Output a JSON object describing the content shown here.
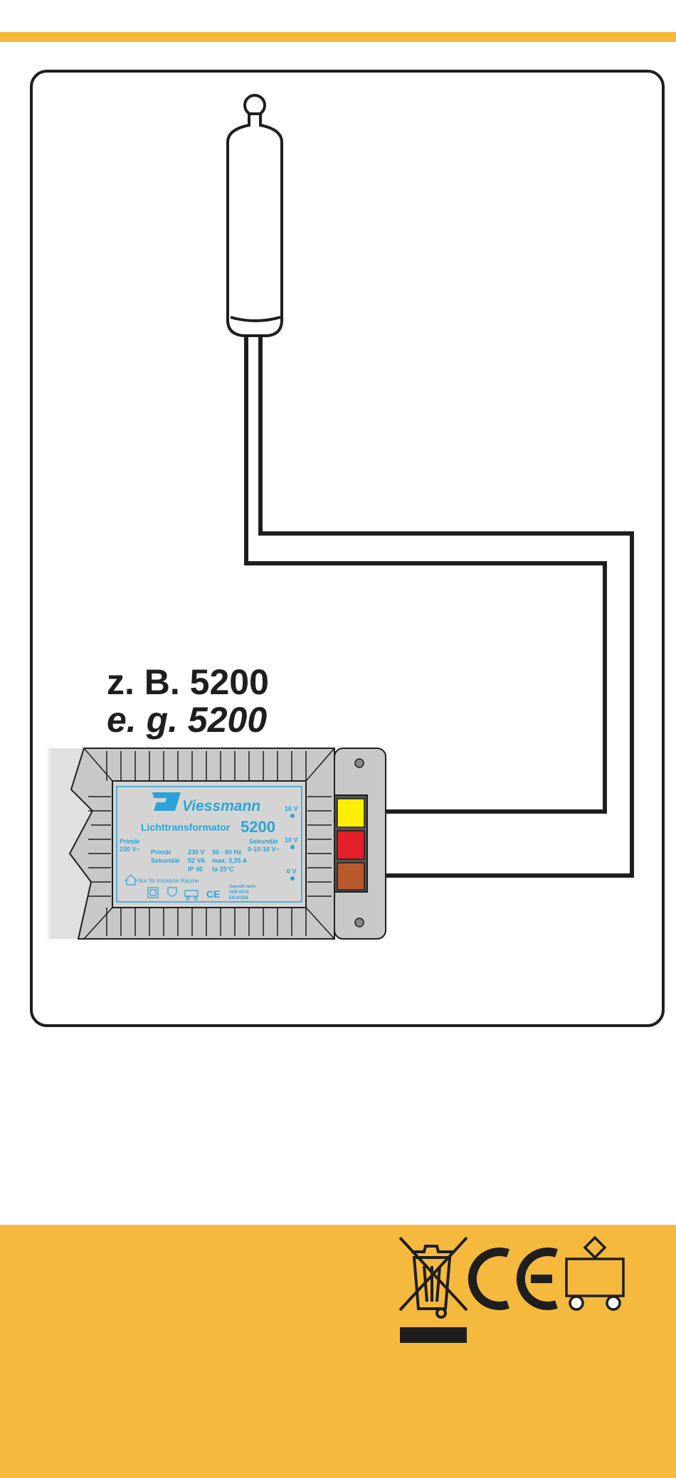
{
  "header": {
    "accent_color": "#f5b93e"
  },
  "diagram": {
    "label_de": "z. B. 5200",
    "label_en": "e. g. 5200",
    "transformer": {
      "brand": "Viessmann",
      "model": "5200",
      "name": "Lichttransformator",
      "primary_label": "Primär",
      "primary_input": "230 V~",
      "primary_voltage": "230 V",
      "frequency": "50 - 60 Hz",
      "secondary_label": "Sekundär",
      "secondary_power": "52 VA",
      "max_current": "max. 3,25 A",
      "secondary_output": "0-10-16 V~",
      "protection": "IP 40",
      "temperature": "ta 25°C",
      "dry_rooms_note": "Nur für trockene Räume",
      "output_16v": "16 V",
      "output_10v": "10 V",
      "output_0v": "0 V",
      "tested_label": "Geprüft nach",
      "standard_1": "VDE 0570",
      "standard_2": "EN 61558",
      "terminal_colors": [
        "#ffee00",
        "#e3202a",
        "#b85a2c"
      ],
      "text_color": "#2ba3d6",
      "body_color": "#c8c8c8"
    }
  },
  "footer": {
    "background_color": "#f5b93e",
    "icons": [
      "weee-crossed-bin-icon",
      "ce-mark-icon",
      "toy-cart-icon"
    ]
  }
}
